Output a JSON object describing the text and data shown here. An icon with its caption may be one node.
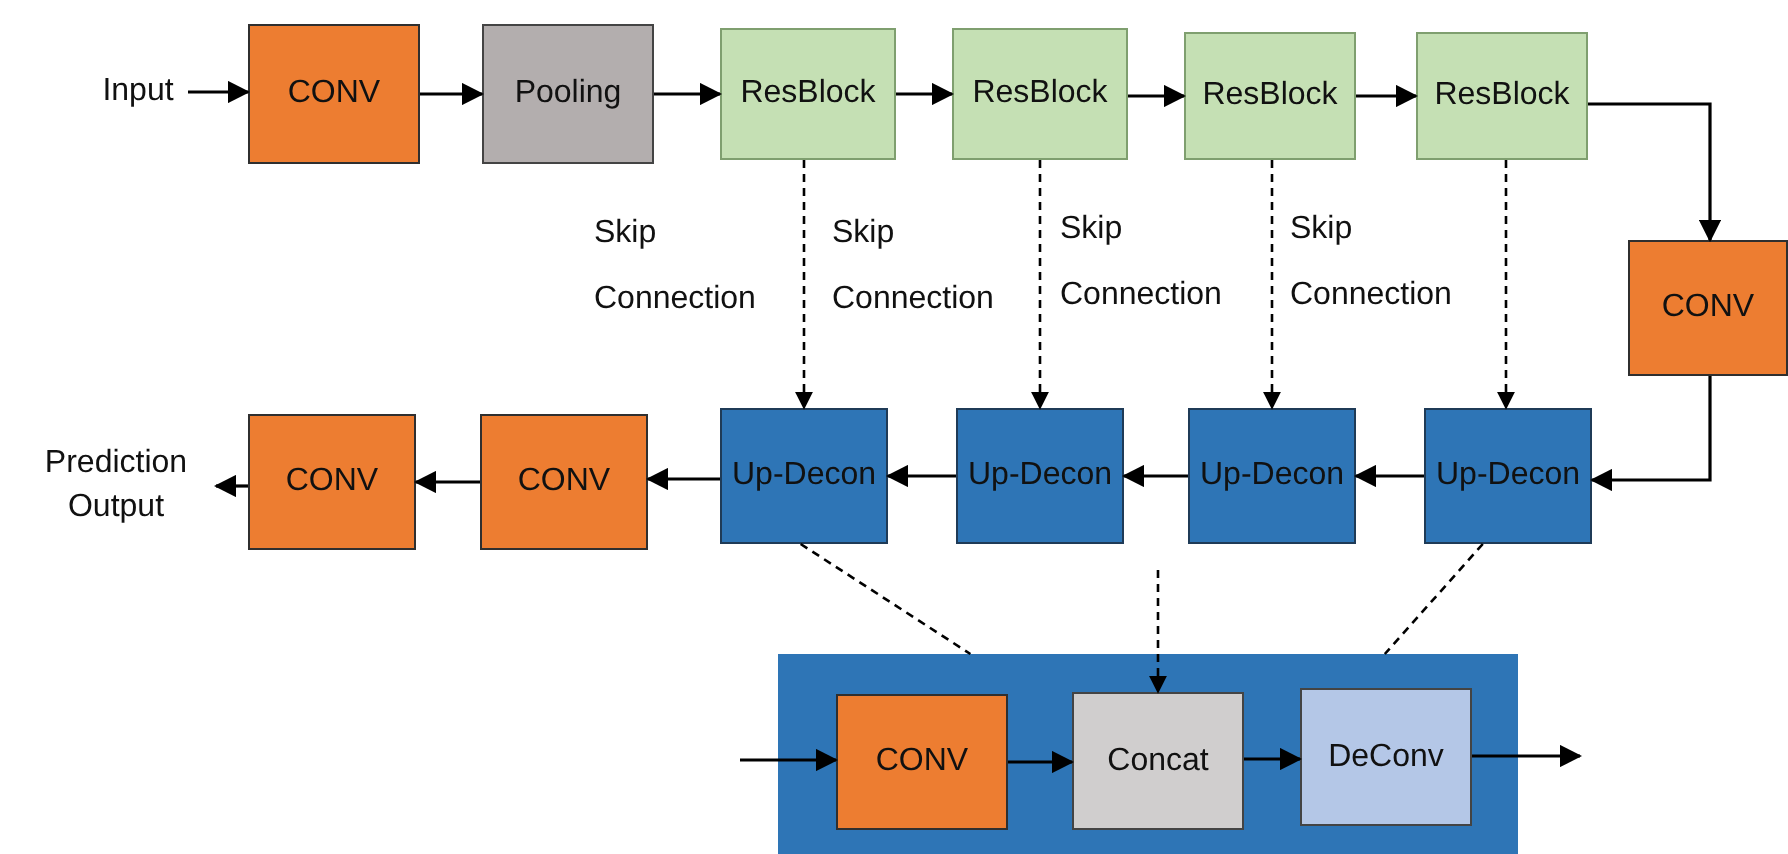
{
  "diagram": {
    "nodes": [
      {
        "text": [
          "Input"
        ]
      },
      {
        "text": [
          "CONV"
        ]
      },
      {
        "text": [
          "Pooling"
        ]
      },
      {
        "text": [
          "ResBlock"
        ]
      },
      {
        "text": [
          "ResBlock"
        ]
      },
      {
        "text": [
          "ResBlock"
        ]
      },
      {
        "text": [
          "ResBlock"
        ]
      },
      {
        "text": [
          "CONV"
        ]
      },
      {
        "text": [
          "Up-Decon"
        ]
      },
      {
        "text": [
          "Up-Decon"
        ]
      },
      {
        "text": [
          "Up-Decon"
        ]
      },
      {
        "text": [
          "Up-Decon"
        ]
      },
      {
        "text": [
          "CONV"
        ]
      },
      {
        "text": [
          "CONV"
        ]
      },
      {
        "text": [
          "Prediction Output"
        ]
      },
      {
        "text": [],
        "shape": "box"
      },
      {
        "text": [
          "CONV"
        ],
        "in": 15
      },
      {
        "text": [
          "Concat"
        ],
        "in": 15
      },
      {
        "text": [
          "DeConv"
        ],
        "in": 15
      }
    ],
    "edges": [
      {
        "from": 0,
        "to": 1,
        "arrow": "to"
      },
      {
        "from": 1,
        "to": 2,
        "arrow": "to"
      },
      {
        "from": 2,
        "to": 3,
        "arrow": "to"
      },
      {
        "from": 3,
        "to": 4,
        "arrow": "to"
      },
      {
        "from": 4,
        "to": 5,
        "arrow": "to"
      },
      {
        "from": 5,
        "to": 6,
        "arrow": "to"
      },
      {
        "from": 6,
        "to": 7,
        "arrow": "to"
      },
      {
        "from": 7,
        "to": 11,
        "arrow": "to"
      },
      {
        "from": 11,
        "to": 10,
        "arrow": "to"
      },
      {
        "from": 10,
        "to": 9,
        "arrow": "to"
      },
      {
        "from": 9,
        "to": 8,
        "arrow": "to"
      },
      {
        "from": 8,
        "to": 12,
        "arrow": "to"
      },
      {
        "from": 12,
        "to": 13,
        "arrow": "to"
      },
      {
        "from": 13,
        "to": 14,
        "arrow": "to"
      },
      {
        "from": 3,
        "to": 8,
        "arrow": "to",
        "style": "dashed"
      },
      {
        "from": 4,
        "to": 9,
        "arrow": "to",
        "style": "dashed"
      },
      {
        "from": 5,
        "to": 10,
        "arrow": "to",
        "style": "dashed"
      },
      {
        "from": 6,
        "to": 11,
        "arrow": "to",
        "style": "dashed"
      },
      {
        "from": 8,
        "to": 15,
        "arrow": "none",
        "style": "dashed"
      },
      {
        "from": 11,
        "to": 15,
        "arrow": "none",
        "style": "dashed"
      },
      {
        "from": null,
        "to": 17,
        "arrow": "to",
        "style": "dashed"
      },
      {
        "from": null,
        "to": 16,
        "arrow": "to"
      },
      {
        "from": 16,
        "to": 17,
        "arrow": "to"
      },
      {
        "from": 17,
        "to": 18,
        "arrow": "to"
      },
      {
        "from": 18,
        "to": null,
        "arrow": "to"
      }
    ],
    "labels": [
      "Skip Connection",
      "Skip Connection",
      "Skip Connection",
      "Skip Connection"
    ]
  }
}
